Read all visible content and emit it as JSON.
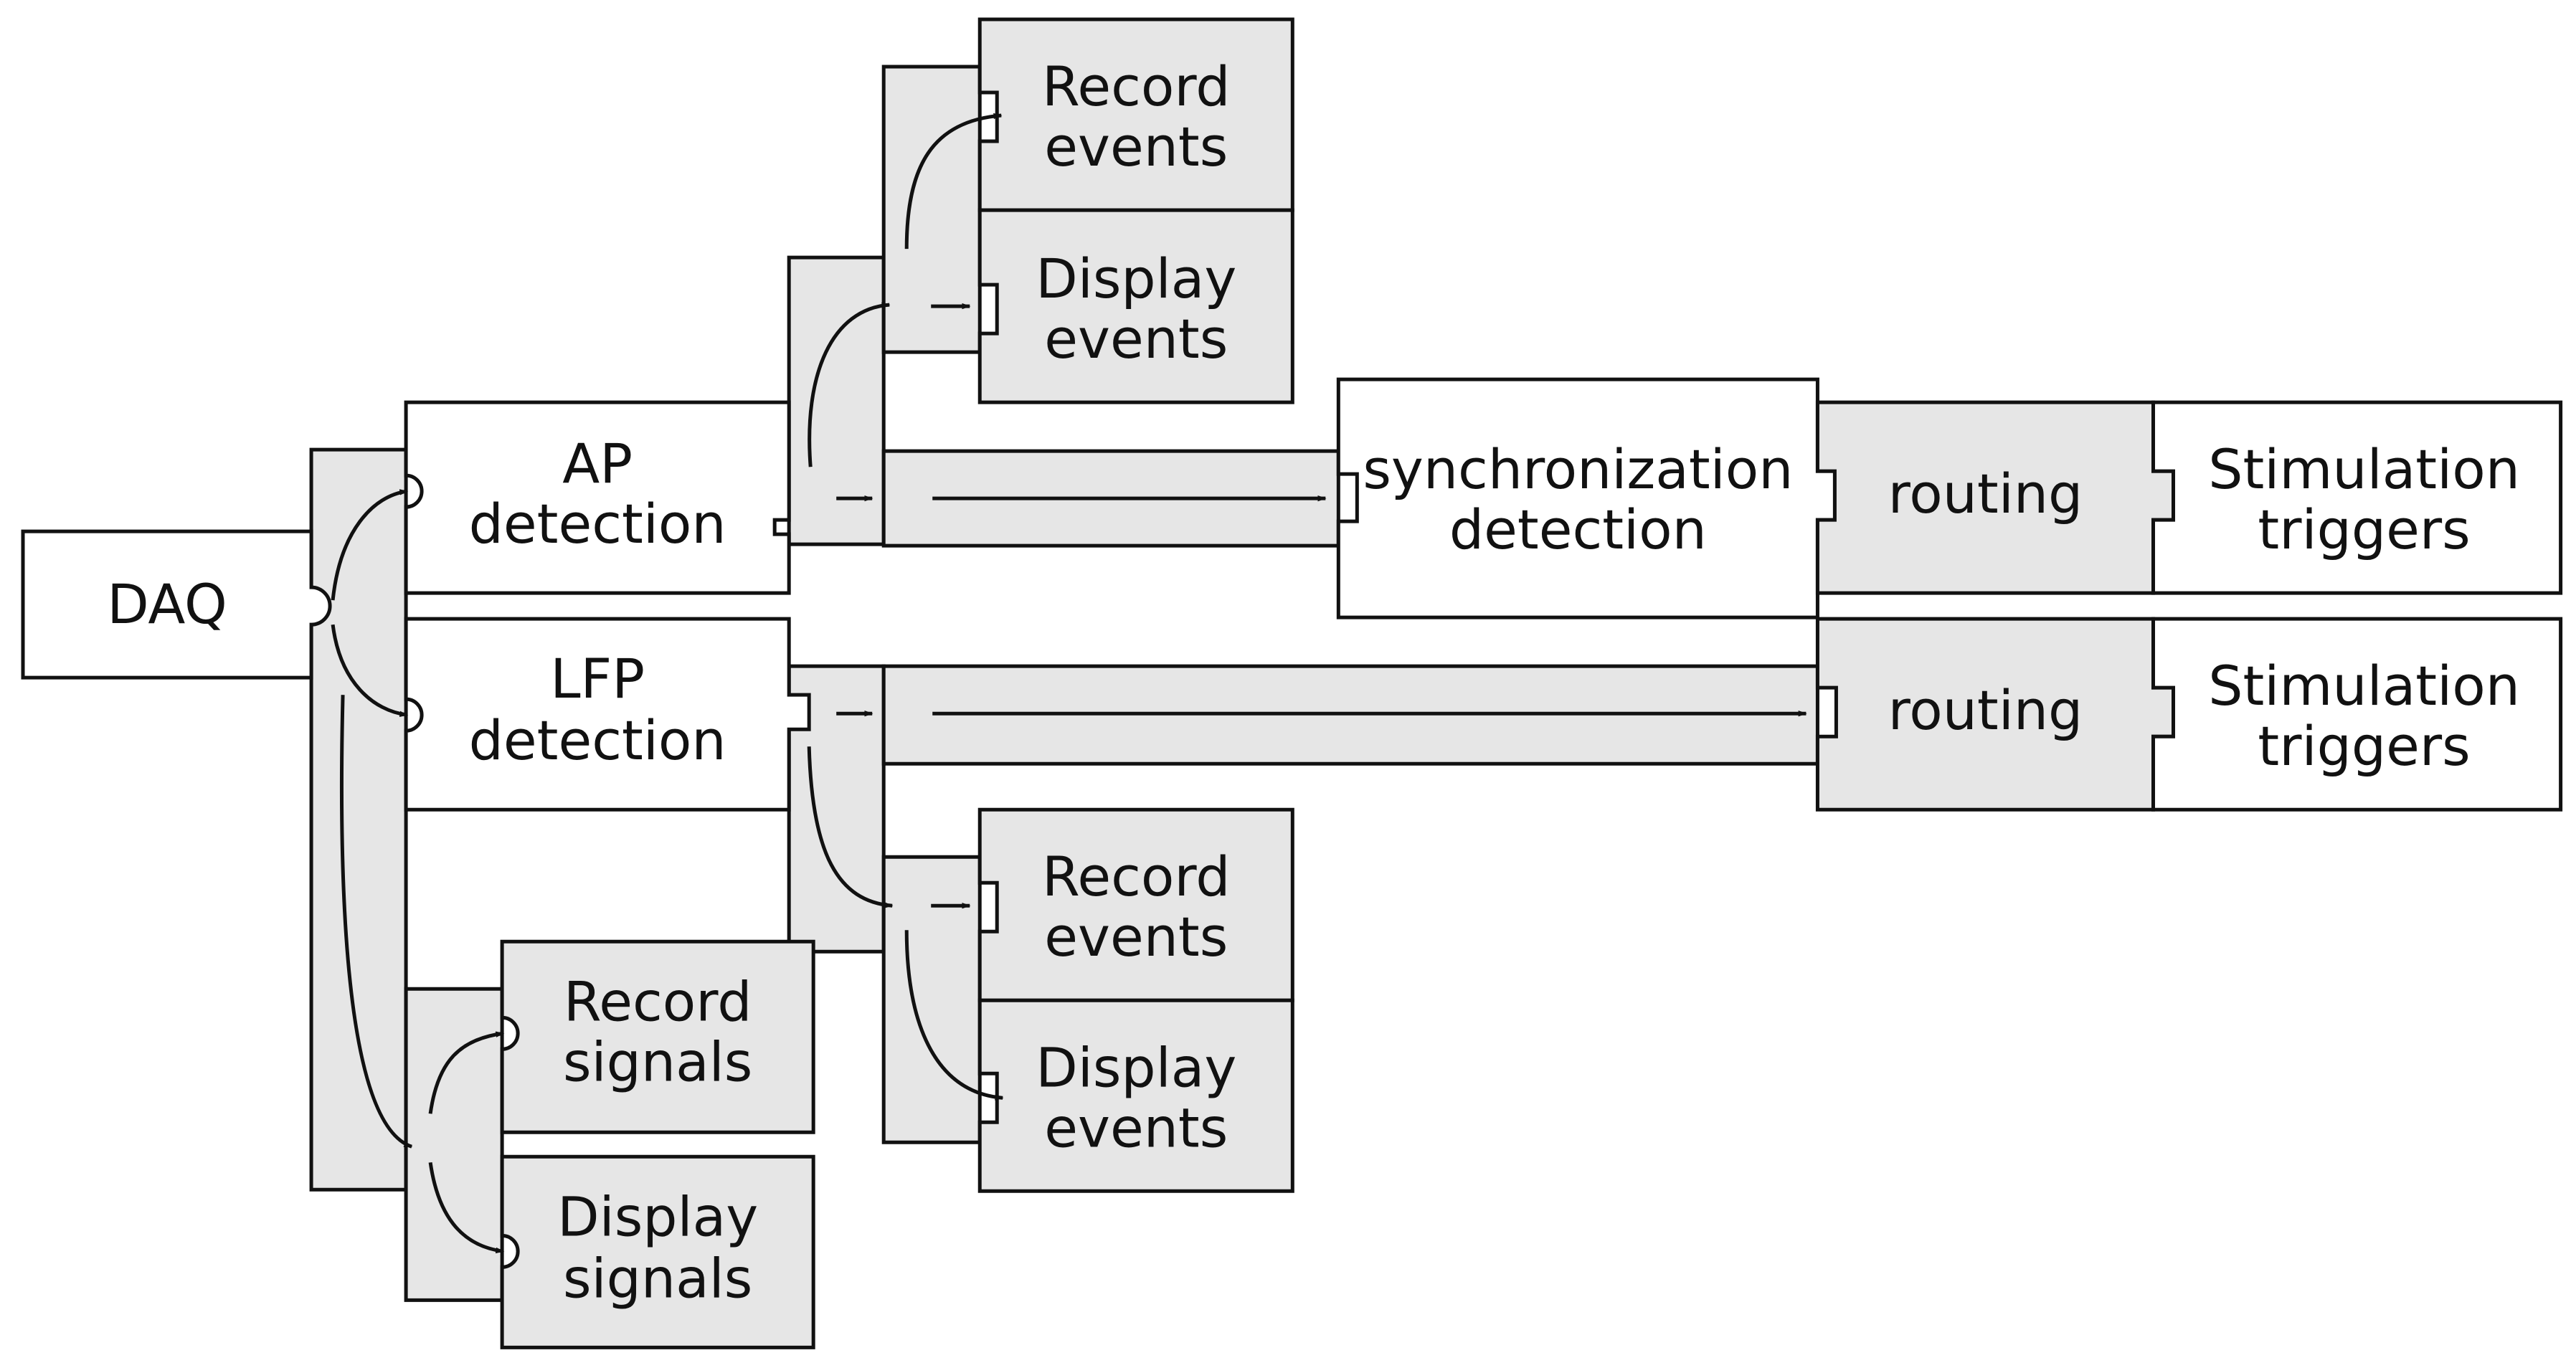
{
  "nodes": {
    "daq": {
      "line1": "DAQ"
    },
    "ap_detection": {
      "line1": "AP",
      "line2": "detection"
    },
    "lfp_detection": {
      "line1": "LFP",
      "line2": "detection"
    },
    "record_events_top": {
      "line1": "Record",
      "line2": "events"
    },
    "display_events_top": {
      "line1": "Display",
      "line2": "events"
    },
    "synchronization_detection": {
      "line1": "synchronization",
      "line2": "detection"
    },
    "routing_top": {
      "line1": "routing"
    },
    "stimulation_triggers_top": {
      "line1": "Stimulation",
      "line2": "triggers"
    },
    "routing_bottom": {
      "line1": "routing"
    },
    "stimulation_triggers_bottom": {
      "line1": "Stimulation",
      "line2": "triggers"
    },
    "record_events_bottom": {
      "line1": "Record",
      "line2": "events"
    },
    "display_events_bottom": {
      "line1": "Display",
      "line2": "events"
    },
    "record_signals": {
      "line1": "Record",
      "line2": "signals"
    },
    "display_signals": {
      "line1": "Display",
      "line2": "signals"
    }
  },
  "colors": {
    "stroke": "#111111",
    "connector_fill": "#e6e6e6",
    "box_fill": "#ffffff"
  }
}
